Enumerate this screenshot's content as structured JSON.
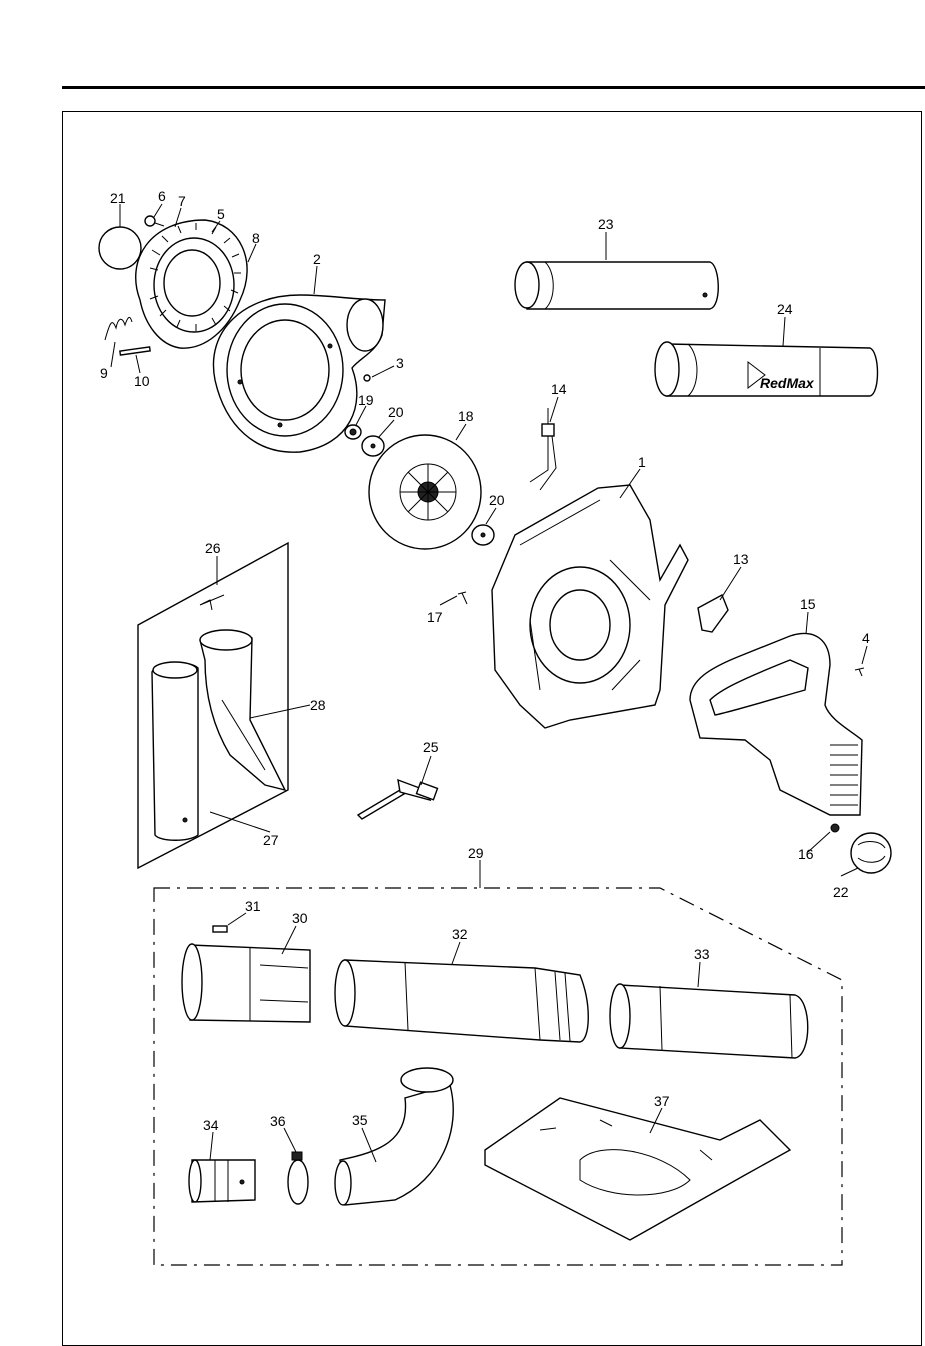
{
  "callouts": [
    {
      "number": "1"
    },
    {
      "number": "2"
    },
    {
      "number": "3"
    },
    {
      "number": "4"
    },
    {
      "number": "5"
    },
    {
      "number": "6"
    },
    {
      "number": "7"
    },
    {
      "number": "8"
    },
    {
      "number": "9"
    },
    {
      "number": "10"
    },
    {
      "number": "13"
    },
    {
      "number": "14"
    },
    {
      "number": "15"
    },
    {
      "number": "16"
    },
    {
      "number": "17"
    },
    {
      "number": "18"
    },
    {
      "number": "19"
    },
    {
      "number": "20"
    },
    {
      "number": "20"
    },
    {
      "number": "21"
    },
    {
      "number": "22"
    },
    {
      "number": "23"
    },
    {
      "number": "24"
    },
    {
      "number": "25"
    },
    {
      "number": "26"
    },
    {
      "number": "27"
    },
    {
      "number": "28"
    },
    {
      "number": "29"
    },
    {
      "number": "30"
    },
    {
      "number": "31"
    },
    {
      "number": "32"
    },
    {
      "number": "33"
    },
    {
      "number": "34"
    },
    {
      "number": "35"
    },
    {
      "number": "36"
    },
    {
      "number": "37"
    }
  ],
  "logo": {
    "text": "RedMax"
  }
}
